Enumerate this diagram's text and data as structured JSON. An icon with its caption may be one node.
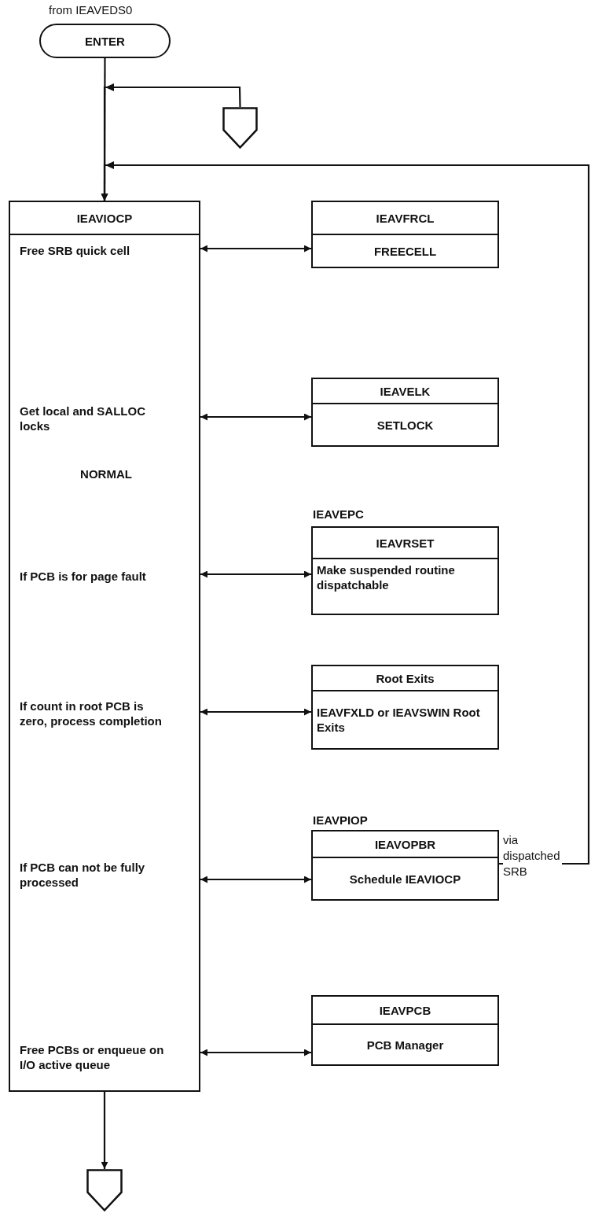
{
  "diagram": {
    "nodes": [
      {
        "text": [
          "ENTER"
        ],
        "beside": [
          "from IEAVEDS0"
        ]
      },
      {
        "text": [],
        "shape": "pentagon"
      },
      {
        "text": [
          "IEAVIOCP",
          "Free SRB quick cell",
          "Get local and SALLOC locks",
          "NORMAL",
          "If PCB is for page fault",
          "If count in root PCB is zero, process completion",
          "If PCB can not be fully processed",
          "Free PCBs or enqueue on I/O active queue"
        ]
      },
      {
        "text": [
          "IEAVFRCL",
          "FREECELL"
        ]
      },
      {
        "text": [
          "IEAVELK",
          "SETLOCK"
        ]
      },
      {
        "text": [
          "IEAVRSET",
          "Make suspended routine dispatchable"
        ],
        "beside": [
          "IEAVEPC"
        ]
      },
      {
        "text": [
          "Root Exits",
          "IEAVFXLD or IEAVSWIN Root Exits"
        ]
      },
      {
        "text": [
          "IEAVOPBR",
          "Schedule IEAVIOCP"
        ],
        "beside": [
          "IEAVPIOP"
        ]
      },
      {
        "text": [
          "IEAVPCB",
          "PCB Manager"
        ]
      },
      {
        "text": [],
        "shape": "pentagon"
      }
    ],
    "edges": [
      {
        "from": 0,
        "to": 2,
        "arrow": "to"
      },
      {
        "from": 1,
        "to": 2,
        "arrow": "to"
      },
      {
        "from": 7,
        "to": 2,
        "arrow": "to",
        "label": "via dispatched SRB"
      },
      {
        "from": 2,
        "to": 3,
        "arrow": "both"
      },
      {
        "from": 2,
        "to": 4,
        "arrow": "both"
      },
      {
        "from": 2,
        "to": 5,
        "arrow": "both"
      },
      {
        "from": 2,
        "to": 6,
        "arrow": "both"
      },
      {
        "from": 2,
        "to": 7,
        "arrow": "both"
      },
      {
        "from": 2,
        "to": 8,
        "arrow": "both"
      },
      {
        "from": 2,
        "to": 9,
        "arrow": "to"
      }
    ]
  }
}
